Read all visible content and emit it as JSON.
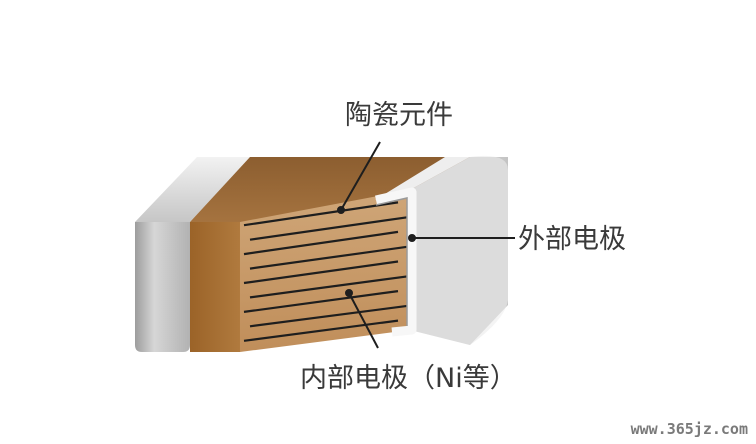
{
  "diagram": {
    "labels": {
      "ceramic": "陶瓷元件",
      "external_electrode": "外部电极",
      "internal_electrode": "内部电极（Ni等）"
    },
    "watermark": "www.365jz.com",
    "colors": {
      "ceramic_body": "#c49a6c",
      "ceramic_top": "#9a6a38",
      "ceramic_end_face": "#a86f30",
      "electrode_silver": "#c9c9c9",
      "internal_lines": "#1e1e1e",
      "leader_lines": "#1e1e1e"
    }
  }
}
